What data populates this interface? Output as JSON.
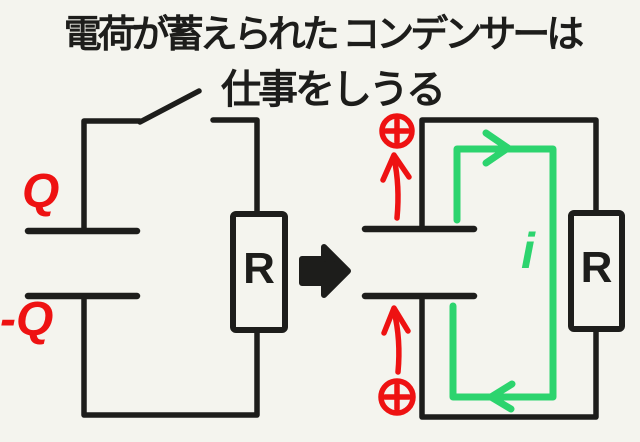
{
  "colors": {
    "background": "#f4f4ee",
    "ink": "#1d1d1b",
    "charge": "#ee1212",
    "current": "#2cd46e"
  },
  "title": {
    "line1": "電荷が蓄えられた コンデンサーは",
    "line2": "仕事をしうる"
  },
  "left_circuit": {
    "charge_top": "Q",
    "charge_bottom": "-Q",
    "resistor_label": "R",
    "switch_state": "open"
  },
  "right_circuit": {
    "resistor_label": "R",
    "current_label": "i"
  },
  "icons": {
    "positive_charge": "⊕",
    "transition_arrow": "➡"
  }
}
